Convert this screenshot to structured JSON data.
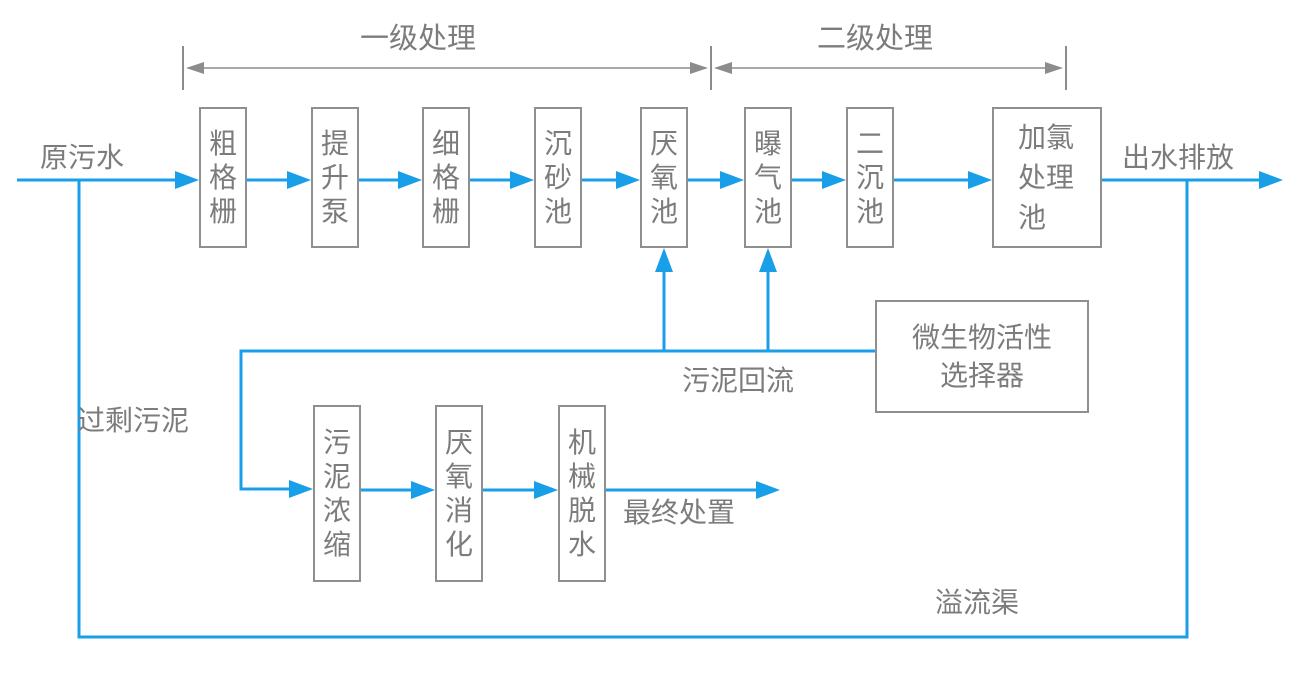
{
  "diagram": {
    "type": "process-flow",
    "colors": {
      "flow_line": "#189FE8",
      "annotation_line": "#8c8c8c",
      "text": "#7c7c7c",
      "box_border": "#8f8f8f",
      "background": "#ffffff"
    },
    "sections": [
      {
        "id": "primary",
        "label": "一级处理"
      },
      {
        "id": "secondary",
        "label": "二级处理"
      }
    ],
    "process_boxes": {
      "main": [
        {
          "label": "粗格栅"
        },
        {
          "label": "提升泵"
        },
        {
          "label": "细格栅"
        },
        {
          "label": "沉砂池"
        },
        {
          "label": "厌氧池"
        },
        {
          "label": "曝气池"
        },
        {
          "label": "二沉池"
        },
        {
          "label": "加氯处理池"
        }
      ],
      "sludge": [
        {
          "label": "污泥浓缩"
        },
        {
          "label": "厌氧消化"
        },
        {
          "label": "机械脱水"
        }
      ],
      "selector": {
        "label": "微生物活性选择器",
        "lines": [
          "微生物活性",
          "选择器"
        ]
      }
    },
    "flow_labels": {
      "influent": "原污水",
      "effluent": "出水排放",
      "sludge_return": "污泥回流",
      "excess_sludge": "过剩污泥",
      "final_disposal": "最终处置",
      "overflow_channel": "溢流渠"
    }
  }
}
